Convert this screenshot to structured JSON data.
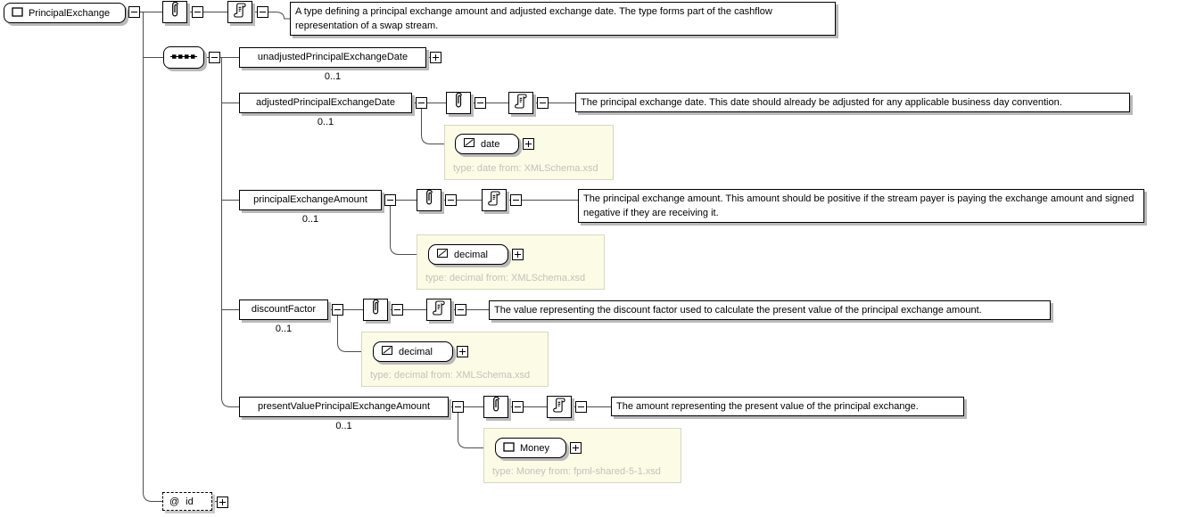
{
  "root": {
    "name": "PrincipalExchange",
    "documentation": "A type defining a principal exchange amount and adjusted exchange date. The type forms part of the cashflow representation of a swap stream."
  },
  "compositor": {
    "type": "sequence"
  },
  "elements": [
    {
      "name": "unadjustedPrincipalExchangeDate",
      "occurs": "0..1"
    },
    {
      "name": "adjustedPrincipalExchangeDate",
      "occurs": "0..1",
      "documentation": "The principal exchange date. This date should already be adjusted for any applicable business day convention.",
      "type": {
        "name": "date",
        "note": "type: date from: XMLSchema.xsd"
      }
    },
    {
      "name": "principalExchangeAmount",
      "occurs": "0..1",
      "documentation": "The principal exchange amount. This amount should be positive if the stream payer is paying the exchange amount and signed negative if they are receiving it.",
      "type": {
        "name": "decimal",
        "note": "type: decimal from: XMLSchema.xsd"
      }
    },
    {
      "name": "discountFactor",
      "occurs": "0..1",
      "documentation": "The value representing the discount factor used to calculate the present value of the principal exchange amount.",
      "type": {
        "name": "decimal",
        "note": "type: decimal from: XMLSchema.xsd"
      }
    },
    {
      "name": "presentValuePrincipalExchangeAmount",
      "occurs": "0..1",
      "documentation": "The amount representing the present value of the principal exchange.",
      "type": {
        "name": "Money",
        "note": "type: Money from: fpml-shared-5-1.xsd"
      }
    }
  ],
  "attribute": {
    "prefix": "@",
    "name": "id"
  },
  "icons": {
    "complex_type": "square",
    "simple_type": "slashed-square",
    "sequence": "dotted-chain",
    "annotation": "paperclip",
    "documentation": "scroll",
    "expand": "plus",
    "collapse": "minus"
  },
  "colors": {
    "panel_bg": "#fbfbe6",
    "panel_border": "#d8d8c2",
    "note_text": "#c3c3ba",
    "box_shadow": "#b9b9b9",
    "connector": "#4d4d4d"
  }
}
